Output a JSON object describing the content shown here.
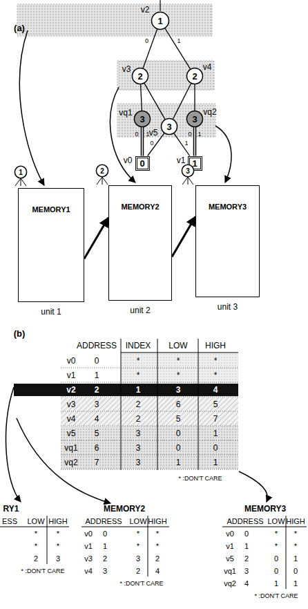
{
  "diagram": {
    "nodes": [
      {
        "text": [
          "1"
        ]
      },
      {
        "text": [
          "2"
        ]
      },
      {
        "text": [
          "2"
        ]
      },
      {
        "text": [
          "3"
        ]
      },
      {
        "text": [
          "3"
        ]
      },
      {
        "text": [
          "3"
        ]
      },
      {
        "text": [
          "0"
        ]
      },
      {
        "text": [
          "1"
        ]
      },
      {
        "text": [
          "MEMORY1",
          "unit 1"
        ]
      },
      {
        "text": [
          "MEMORY2",
          "unit 2"
        ]
      },
      {
        "text": [
          "MEMORY3",
          "unit 3"
        ]
      },
      {
        "text": [
          "1"
        ]
      },
      {
        "text": [
          "2"
        ]
      },
      {
        "text": [
          "3"
        ]
      }
    ],
    "edges": [
      {
        "from": 0,
        "to": 1,
        "label": "0",
        "arrow": "none"
      },
      {
        "from": 0,
        "to": 2,
        "label": "1",
        "arrow": "none"
      },
      {
        "from": 1,
        "to": 3,
        "arrow": "none"
      },
      {
        "from": 1,
        "to": 4,
        "arrow": "none"
      },
      {
        "from": 2,
        "to": 4,
        "arrow": "none"
      },
      {
        "from": 2,
        "to": 5,
        "arrow": "none"
      },
      {
        "from": 3,
        "to": 6,
        "arrow": "none"
      },
      {
        "from": 4,
        "to": 6,
        "arrow": "none"
      },
      {
        "from": 4,
        "to": 7,
        "arrow": "none"
      },
      {
        "from": 5,
        "to": 7,
        "arrow": "none"
      },
      {
        "from": 8,
        "to": 9,
        "arrow": "to"
      },
      {
        "from": 9,
        "to": 10,
        "arrow": "to"
      }
    ],
    "labels": [
      "(a)",
      "v2",
      "v3",
      "v4",
      "vq1",
      "v5",
      "vq2",
      "v0",
      "v1",
      "0",
      "1",
      "0",
      "1",
      "0",
      "1",
      "(b)",
      "ADDRESS",
      "INDEX",
      "LOW",
      "HIGH",
      "v0",
      "0",
      "*",
      "*",
      "*",
      "v1",
      "1",
      "*",
      "*",
      "*",
      "v2",
      "2",
      "1",
      "3",
      "4",
      "v3",
      "3",
      "2",
      "6",
      "5",
      "v4",
      "4",
      "2",
      "5",
      "7",
      "v5",
      "5",
      "3",
      "0",
      "1",
      "vq1",
      "6",
      "3",
      "0",
      "0",
      "vq2",
      "7",
      "3",
      "1",
      "1",
      "* :DON'T CARE",
      "RY1",
      "ESS",
      "LOW",
      "HIGH",
      "*",
      "*",
      "*",
      "*",
      "2",
      "3",
      "* :DON'T CARE",
      "MEMORY2",
      "ADDRESS",
      "LOW",
      "HIGH",
      "v0",
      "0",
      "*",
      "*",
      "v1",
      "1",
      "*",
      "*",
      "v3",
      "2",
      "3",
      "2",
      "v4",
      "3",
      "2",
      "4",
      "* :DON'T CARE",
      "MEMORY3",
      "ADDRESS",
      "LOW",
      "HIGH",
      "v0",
      "0",
      "*",
      "*",
      "v1",
      "1",
      "*",
      "*",
      "v5",
      "2",
      "0",
      "1",
      "vq1",
      "3",
      "0",
      "0",
      "vq2",
      "4",
      "1",
      "1",
      "* :DON'T CARE"
    ]
  }
}
